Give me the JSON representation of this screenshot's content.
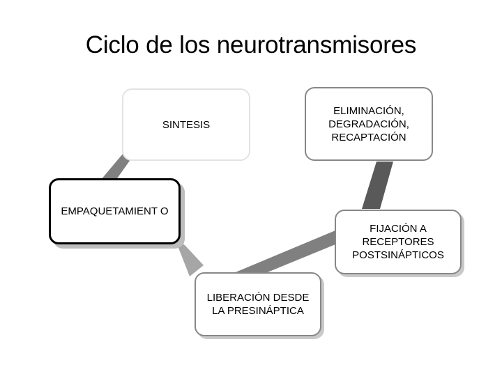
{
  "slide": {
    "title": "Ciclo de los neurotransmisores",
    "background_color": "#ffffff",
    "text_color": "#000000"
  },
  "diagram": {
    "type": "cycle",
    "node_count": 5,
    "nodes": [
      {
        "id": "sintesis",
        "label": "SINTESIS",
        "border_color": "#e3e3e3",
        "fill_color": "#ffffff"
      },
      {
        "id": "eliminacion",
        "label": "ELIMINACIÓN, DEGRADACIÓN, RECAPTACIÓN",
        "border_color": "#878787",
        "fill_color": "#ffffff"
      },
      {
        "id": "empaquetamiento",
        "label": "EMPAQUETAMIENT O",
        "border_color": "#000000",
        "fill_color": "#ffffff"
      },
      {
        "id": "fijacion",
        "label": "FIJACIÓN A RECEPTORES POSTSINÁPTICOS",
        "border_color": "#878787",
        "fill_color": "#ffffff"
      },
      {
        "id": "liberacion",
        "label": "LIBERACIÓN DESDE LA  PRESINÁPTICA",
        "border_color": "#878787",
        "fill_color": "#ffffff"
      }
    ],
    "connectors": [
      {
        "id": "sintesis-to-empaquetamiento",
        "from": "sintesis",
        "to": "empaquetamiento",
        "color": "#808080"
      },
      {
        "id": "empaquetamiento-to-liberacion",
        "from": "empaquetamiento",
        "to": "liberacion",
        "color": "#a6a6a6"
      },
      {
        "id": "liberacion-to-fijacion",
        "from": "liberacion",
        "to": "fijacion",
        "color": "#808080"
      },
      {
        "id": "fijacion-to-eliminacion",
        "from": "fijacion",
        "to": "eliminacion",
        "color": "#595959"
      }
    ]
  }
}
